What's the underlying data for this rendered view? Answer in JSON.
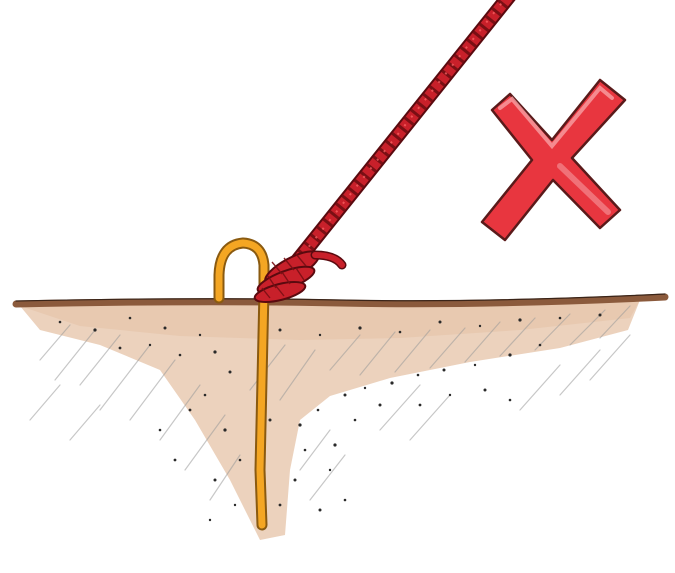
{
  "illustration": {
    "subject": "tent-peg-with-rope",
    "verdict": "incorrect",
    "icons": [
      "rope",
      "tent-peg",
      "ground",
      "cross-mark-icon"
    ],
    "colors": {
      "rope": "#c8202a",
      "rope_dark": "#7a0f14",
      "peg": "#f4a623",
      "peg_outline": "#8a5a10",
      "ground_line": "#8b5a3c",
      "soil": "#e8c9b0",
      "cross": "#e8363f",
      "cross_outline": "#5a1a1a",
      "background": "#ffffff"
    }
  }
}
